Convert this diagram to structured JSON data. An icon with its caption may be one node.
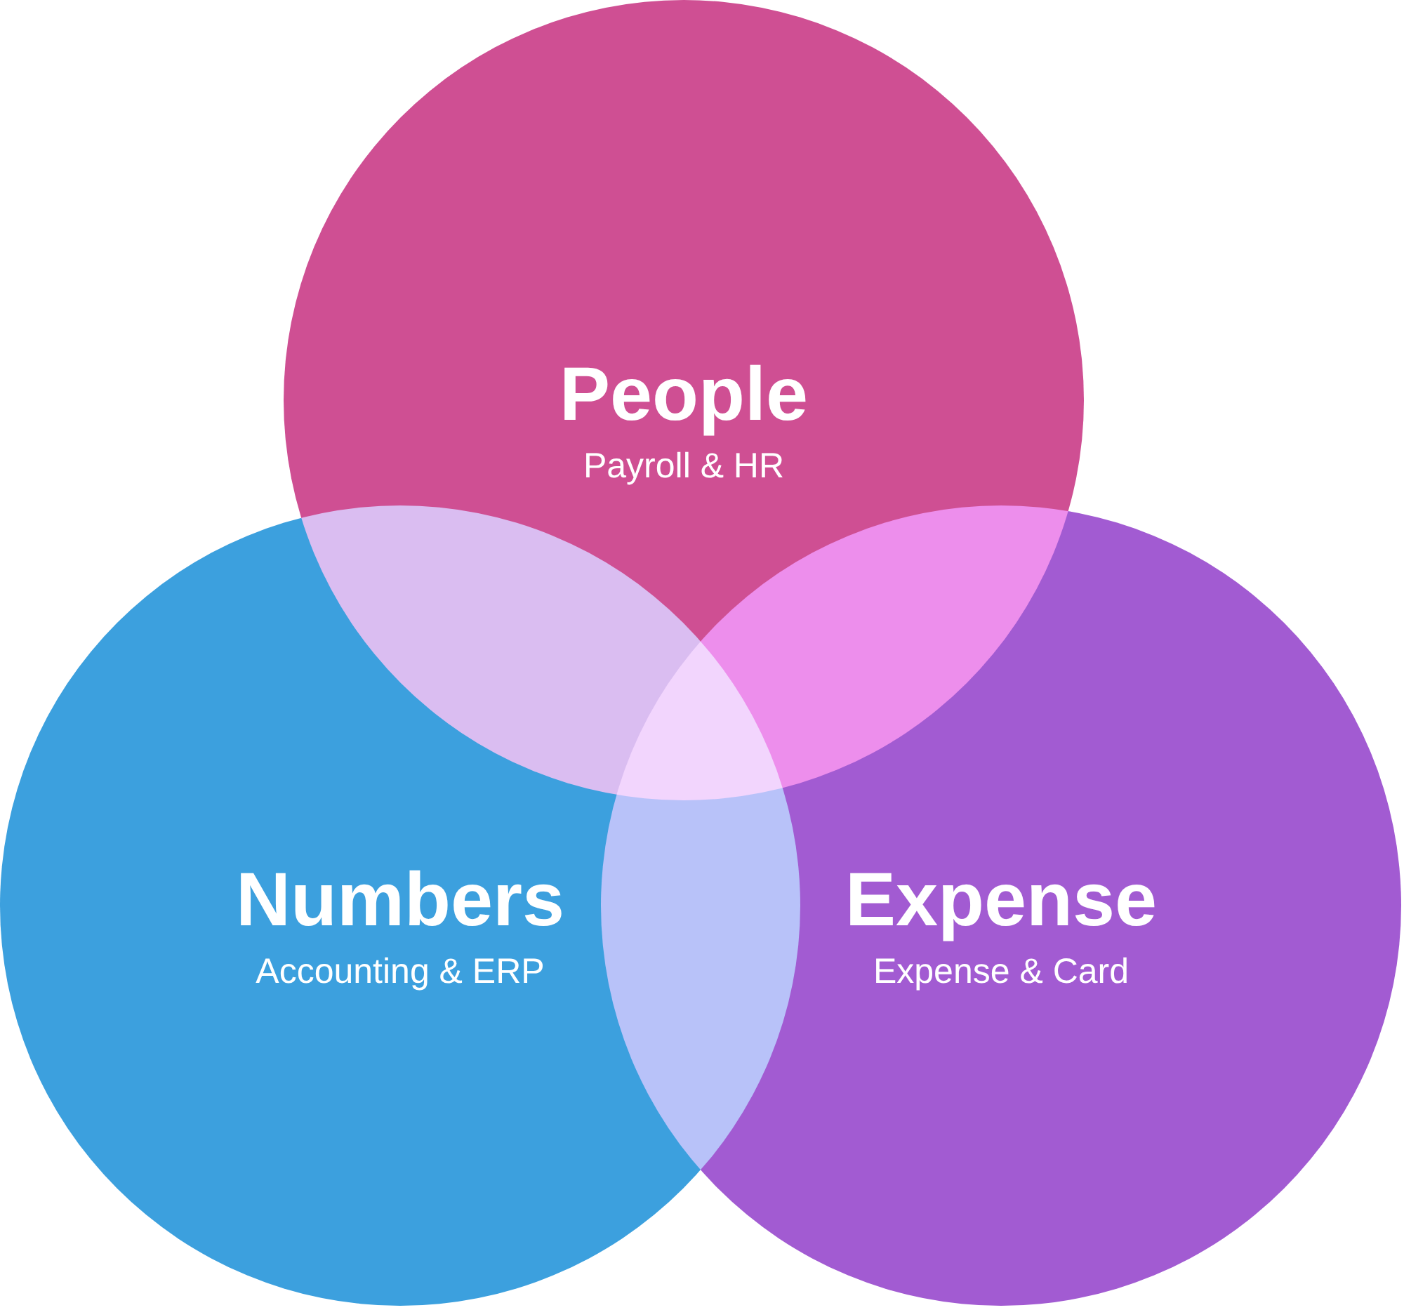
{
  "diagram": {
    "nodes": [
      {
        "text": [
          "People",
          "Payroll & HR"
        ]
      },
      {
        "text": [
          "Numbers",
          "Accounting & ERP"
        ]
      },
      {
        "text": [
          "Expense",
          "Expense & Card"
        ]
      }
    ]
  }
}
